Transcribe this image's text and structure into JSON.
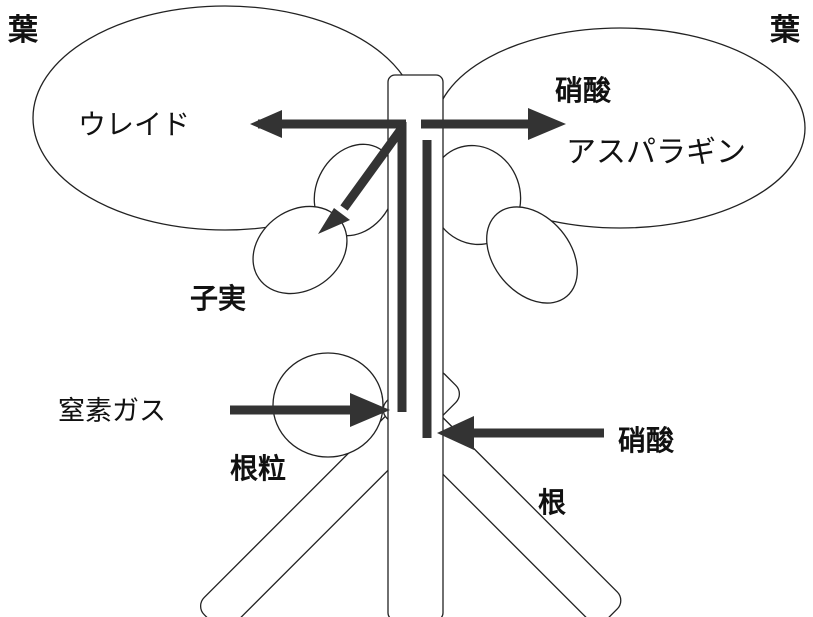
{
  "labels": {
    "leaf_left": "葉",
    "leaf_right": "葉",
    "ureide": "ウレイド",
    "nitrate_top": "硝酸",
    "asparagine": "アスパラギン",
    "seed": "子実",
    "nitrogen_gas": "窒素ガス",
    "nodule": "根粒",
    "nitrate_bottom": "硝酸",
    "root": "根"
  },
  "colors": {
    "outline": "#222222",
    "arrow": "#333333",
    "text": "#111111",
    "background": "#ffffff"
  }
}
